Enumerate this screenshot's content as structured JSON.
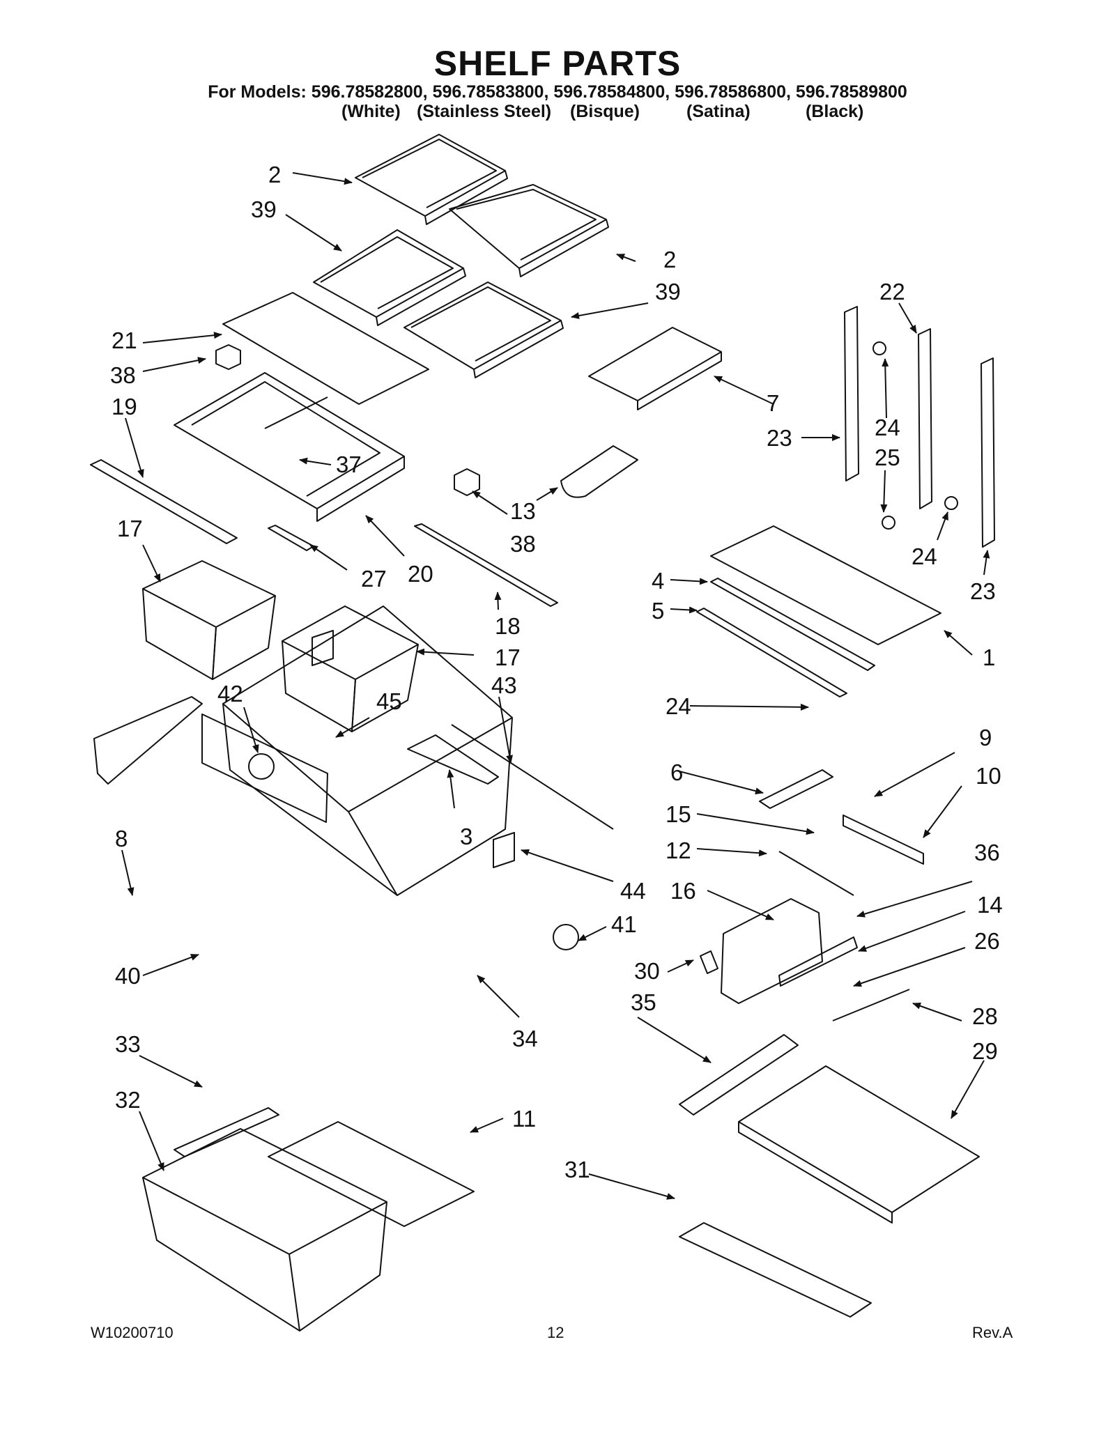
{
  "title": "SHELF PARTS",
  "models_line": "For Models: 596.78582800, 596.78583800, 596.78584800, 596.78586800, 596.78589800",
  "finishes": [
    "(White)",
    "(Stainless Steel)",
    "(Bisque)",
    "(Satina)",
    "(Black)"
  ],
  "callouts": [
    "2",
    "39",
    "2",
    "39",
    "21",
    "38",
    "19",
    "37",
    "7",
    "22",
    "23",
    "24",
    "25",
    "24",
    "23",
    "13",
    "38",
    "20",
    "27",
    "17",
    "18",
    "4",
    "5",
    "1",
    "17",
    "42",
    "45",
    "43",
    "24",
    "9",
    "6",
    "10",
    "15",
    "3",
    "12",
    "36",
    "8",
    "44",
    "16",
    "14",
    "41",
    "26",
    "40",
    "30",
    "34",
    "28",
    "35",
    "33",
    "29",
    "32",
    "11",
    "31"
  ],
  "footer": {
    "doc_number": "W10200710",
    "page": "12",
    "revision": "Rev.A"
  }
}
